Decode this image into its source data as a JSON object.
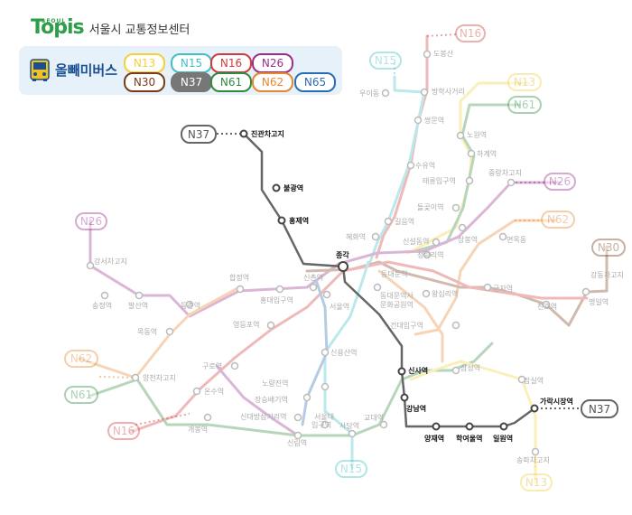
{
  "header": {
    "logo_text": "Topis",
    "logo_small": "SEOUL",
    "center_name": "서울시 교통정보센터"
  },
  "legend": {
    "title": "올빼미버스",
    "routes": [
      {
        "name": "N13",
        "color": "#f3d13a",
        "active": false
      },
      {
        "name": "N15",
        "color": "#3fbfc6",
        "active": false
      },
      {
        "name": "N16",
        "color": "#d53a3a",
        "active": false
      },
      {
        "name": "N26",
        "color": "#9b2e8c",
        "active": false
      },
      {
        "name": "N30",
        "color": "#7a3b1a",
        "active": false
      },
      {
        "name": "N37",
        "color": "#777777",
        "active": true
      },
      {
        "name": "N61",
        "color": "#2e8b3e",
        "active": false
      },
      {
        "name": "N62",
        "color": "#e8862d",
        "active": false
      },
      {
        "name": "N65",
        "color": "#2a6db5",
        "active": false
      }
    ]
  },
  "map_badges": {
    "N16_top": "N16",
    "N15_left": "N15",
    "N13_right": "N13",
    "N61_right": "N61",
    "N37_start": "N37",
    "N26_right": "N26",
    "N26_left": "N26",
    "N62_right": "N62",
    "N30_right": "N30",
    "N62_left": "N62",
    "N61_left": "N61",
    "N16_bottom": "N16",
    "N37_end": "N37",
    "N15_bottom": "N15",
    "N13_bottom": "N13"
  },
  "n37_stops": {
    "s1": "진관차고지",
    "s2": "불광역",
    "s3": "홍제역",
    "s4": "종각",
    "s5": "신사역",
    "s6": "강남역",
    "s7": "양재역",
    "s8": "학여울역",
    "s9": "일원역",
    "s10": "가락시장역"
  },
  "other_stops": {
    "dobongsan": "도봉산",
    "uimyeon": "우이동",
    "banghak": "방학사거리",
    "ssangmun": "쌍문역",
    "nowon": "노원역",
    "hagye": "하계역",
    "suyu": "수유역",
    "junghwa": "중랑차고지",
    "taereung": "태릉입구역",
    "dolgoji": "돌곶이역",
    "gireum": "길음역",
    "hyehwa": "혜화역",
    "sinseol": "신설동역",
    "sangbong": "상봉역",
    "myeonmok": "면목동",
    "cheongnyangni": "청량리역",
    "gangseo": "강서차고지",
    "gangdong": "강동차고지",
    "hapjeong": "합정역",
    "sinchon": "신촌역",
    "dongdaemun": "동대문역",
    "songjeong": "송정역",
    "balsan": "발산역",
    "deungchon": "등촌역",
    "hongdae": "홍대입구역",
    "seoulstn": "서울역",
    "ddp1": "동대문역사",
    "ddp2": "문화공원역",
    "wangsimni": "왕십리역",
    "gunja": "군자역",
    "myeongil": "명일역",
    "cheonho": "천호역",
    "mokdong": "목동역",
    "kondae": "건대입구역",
    "yeongdeungpo": "영등포역",
    "sinyongsan": "신용산역",
    "guro": "구로역",
    "noryangjin": "노량진역",
    "yangcheon": "양천차고지",
    "jangseung": "장승배기역",
    "onsu": "온수역",
    "samseong": "삼성역",
    "jamsil": "잠실역",
    "singil": "신대방삼거리역",
    "seouldae1": "서울대",
    "seouldae2": "입구역",
    "sadang": "사당역",
    "gyodae": "교대역",
    "gaebong": "개봉역",
    "sillim": "신림역",
    "songpa": "송파차고지"
  }
}
